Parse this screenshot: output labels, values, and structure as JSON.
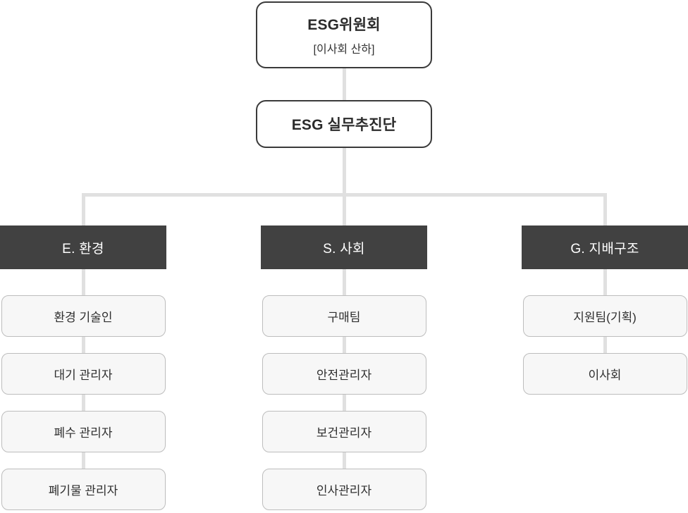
{
  "colors": {
    "header_bg": "#414141",
    "header_text": "#ffffff",
    "node_bg": "#f7f7f7",
    "node_border": "#bdbdbd",
    "root_border": "#3a3a3a",
    "connector": "#e0e0e0",
    "text": "#2b2b2b"
  },
  "chart": {
    "root": {
      "title": "ESG위원회",
      "subtitle": "[이사회 산하]"
    },
    "taskforce": {
      "title": "ESG 실무추진단"
    },
    "columns": [
      {
        "header": "E. 환경",
        "items": [
          "환경 기술인",
          "대기 관리자",
          "폐수 관리자",
          "폐기물 관리자"
        ]
      },
      {
        "header": "S. 사회",
        "items": [
          "구매팀",
          "안전관리자",
          "보건관리자",
          "인사관리자"
        ]
      },
      {
        "header": "G. 지배구조",
        "items": [
          "지원팀(기획)",
          "이사회"
        ]
      }
    ]
  }
}
